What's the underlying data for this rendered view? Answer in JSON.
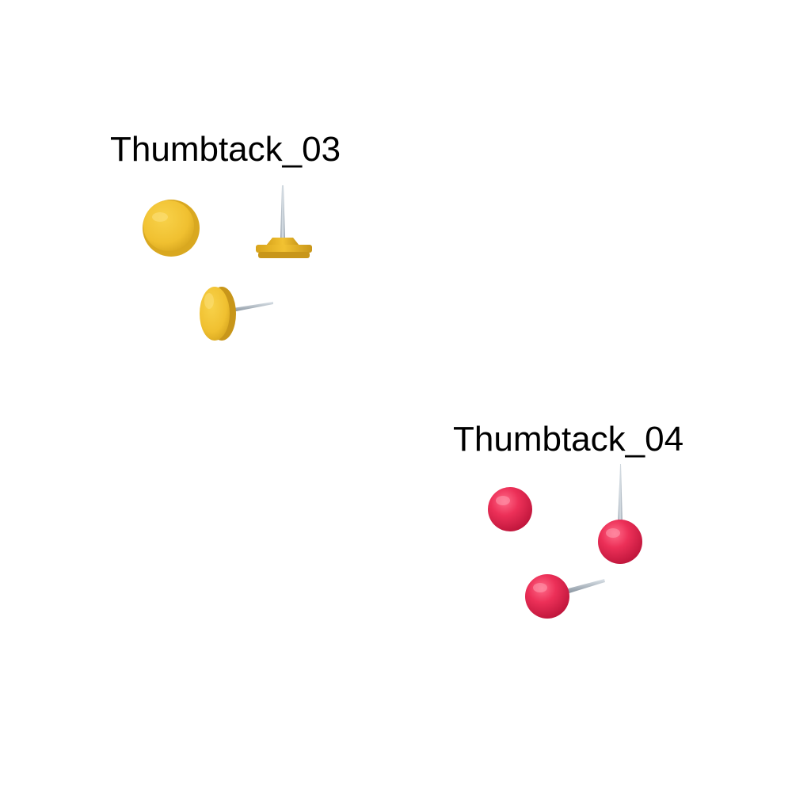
{
  "groups": [
    {
      "label": "Thumbtack_03",
      "style": "flat-head",
      "head_color": "#F0C030",
      "pin_color": "#B8C2CC"
    },
    {
      "label": "Thumbtack_04",
      "style": "ball-head",
      "head_color": "#E8284F",
      "pin_color": "#B8C2CC"
    }
  ],
  "icons": [
    "thumbtack-flat-top-view-icon",
    "thumbtack-flat-side-view-icon",
    "thumbtack-flat-tilted-view-icon",
    "thumbtack-ball-top-view-icon",
    "thumbtack-ball-upright-view-icon",
    "thumbtack-ball-tilted-view-icon"
  ]
}
